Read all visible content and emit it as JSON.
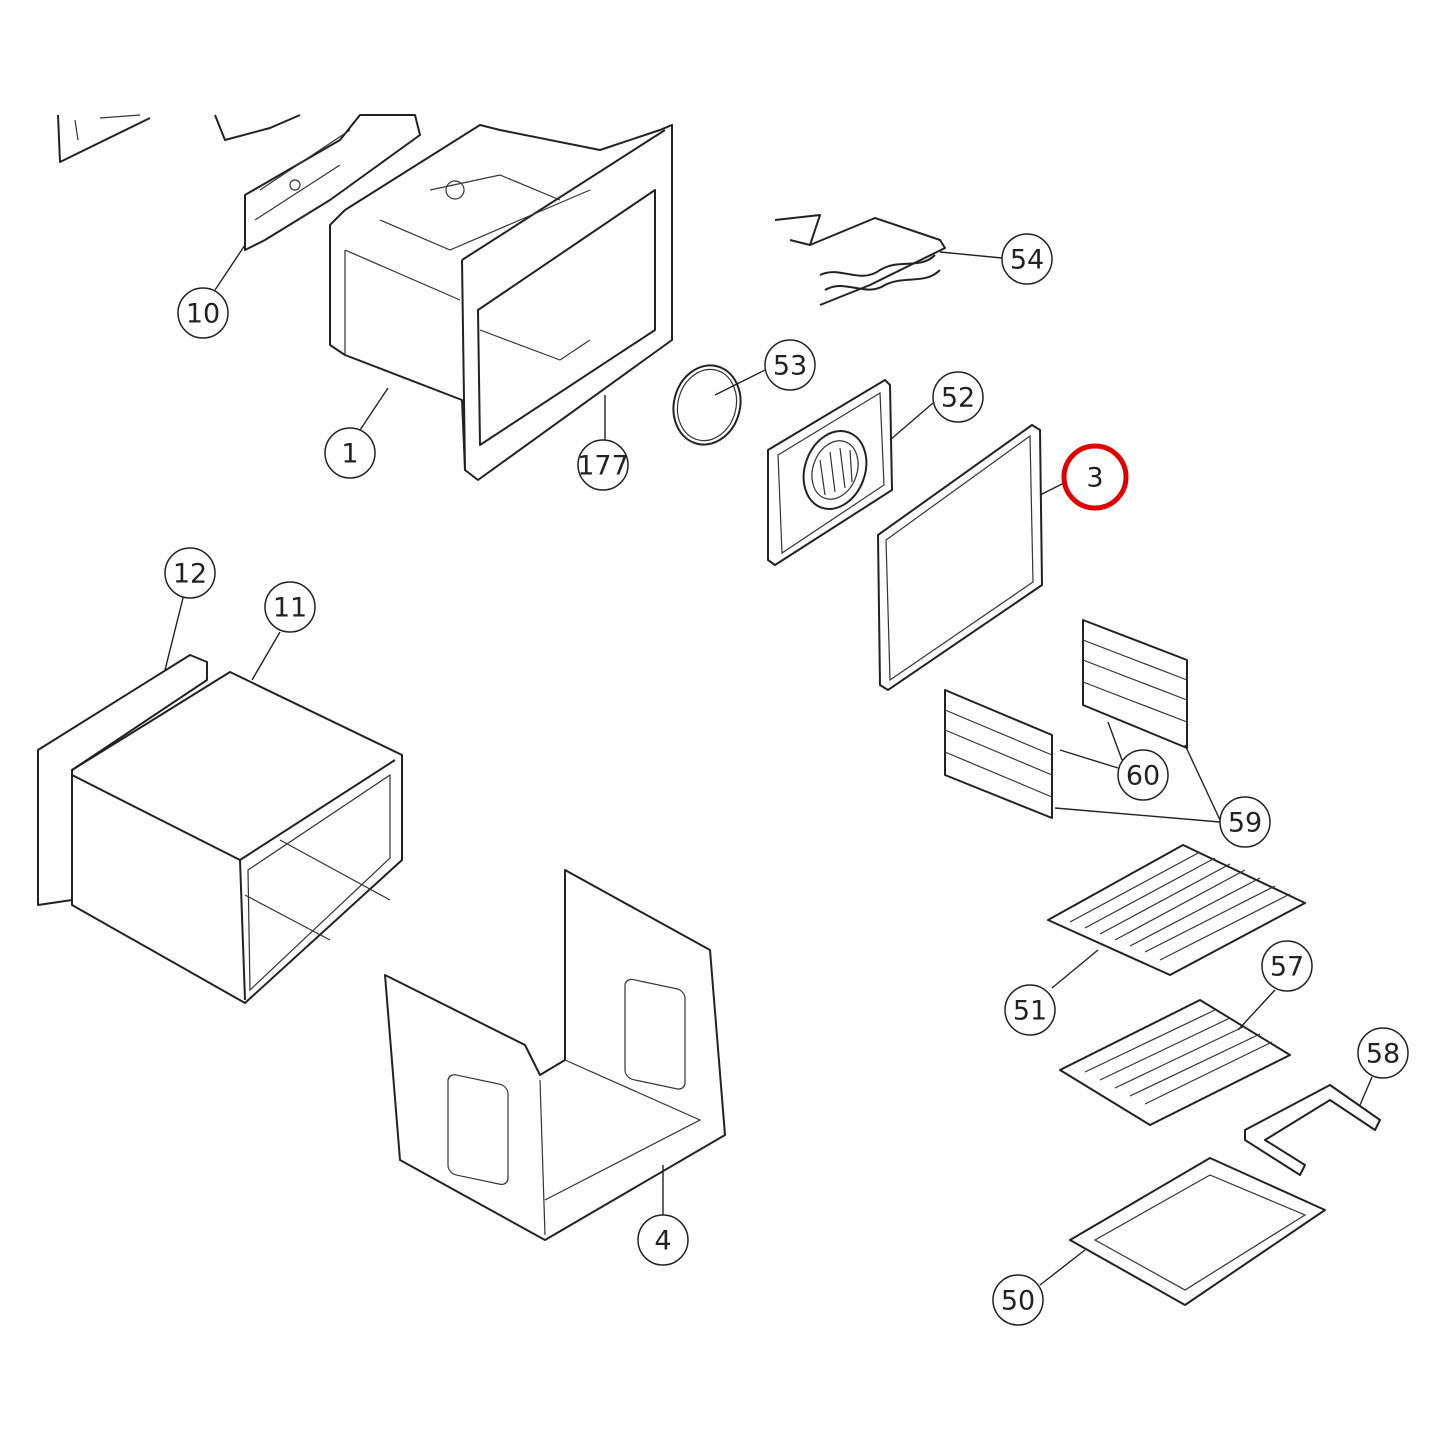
{
  "diagram": {
    "type": "exploded-parts-diagram",
    "highlight_color": "#e00000",
    "callouts": [
      {
        "label": "10"
      },
      {
        "label": "1"
      },
      {
        "label": "177"
      },
      {
        "label": "53"
      },
      {
        "label": "52"
      },
      {
        "label": "3",
        "highlighted": true
      },
      {
        "label": "54"
      },
      {
        "label": "12"
      },
      {
        "label": "11"
      },
      {
        "label": "60"
      },
      {
        "label": "59"
      },
      {
        "label": "51"
      },
      {
        "label": "57"
      },
      {
        "label": "58"
      },
      {
        "label": "4"
      },
      {
        "label": "50"
      }
    ]
  }
}
